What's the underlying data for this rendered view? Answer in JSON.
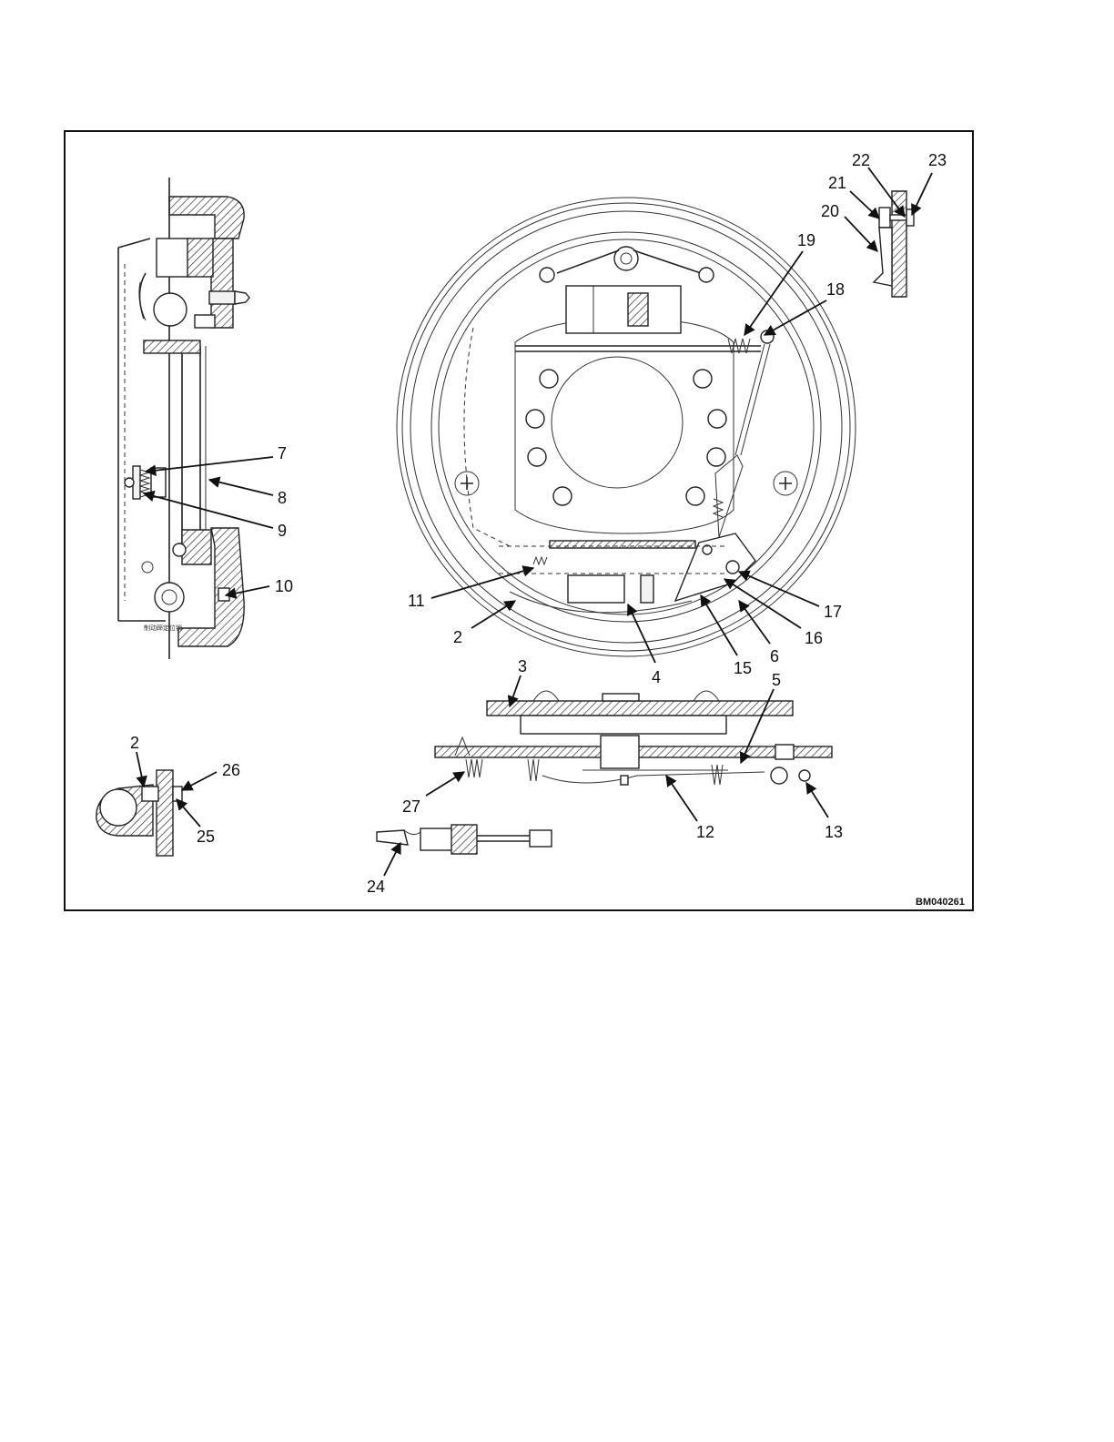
{
  "figure_id": "BM040261",
  "caption_chinese": "制动蹄定位销",
  "callouts": {
    "c2a": "2",
    "c2b": "2",
    "c3": "3",
    "c4": "4",
    "c5": "5",
    "c6": "6",
    "c7": "7",
    "c8": "8",
    "c9": "9",
    "c10": "10",
    "c11": "11",
    "c12": "12",
    "c13": "13",
    "c15": "15",
    "c16": "16",
    "c17": "17",
    "c18": "18",
    "c19": "19",
    "c20": "20",
    "c21": "21",
    "c22": "22",
    "c23": "23",
    "c24": "24",
    "c25": "25",
    "c26": "26",
    "c27": "27"
  }
}
